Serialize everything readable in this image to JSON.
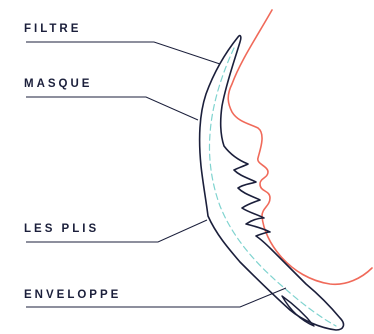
{
  "labels": {
    "filtre": "FILTRE",
    "masque": "MASQUE",
    "plis": "LES PLIS",
    "enveloppe": "ENVELOPPE"
  },
  "colors": {
    "outline": "#1b1f3b",
    "filter_dash": "#7fd3cf",
    "face": "#f06a5a"
  }
}
